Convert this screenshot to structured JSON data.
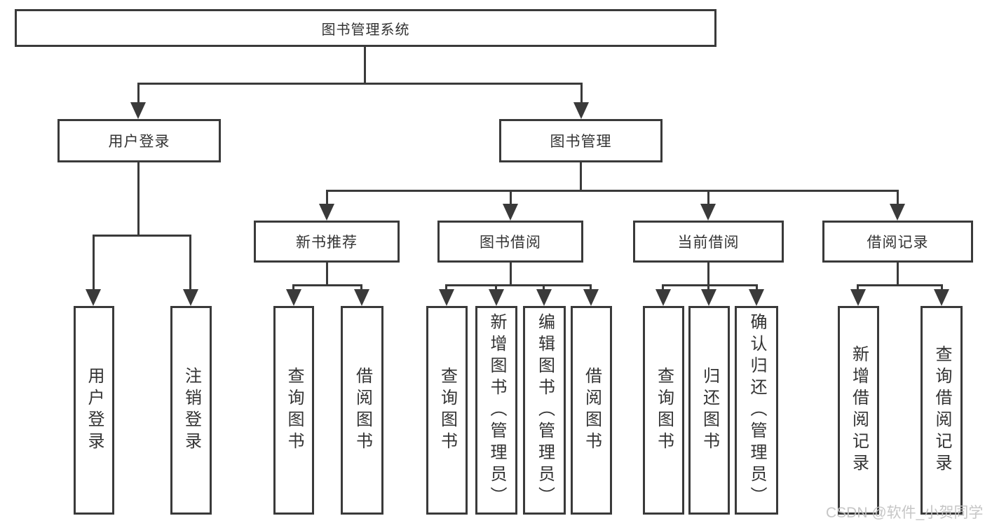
{
  "colors": {
    "line": "#3a3a3a",
    "text": "#333333",
    "watermark": "#c2c2c2",
    "background": "#ffffff"
  },
  "watermark": {
    "text": "CSDN @软件_小贺同学"
  },
  "diagram": {
    "type": "hierarchy",
    "title": "图书管理系统",
    "children": [
      {
        "label": "用户登录",
        "children": [
          {
            "label": "用户登录"
          },
          {
            "label": "注销登录"
          }
        ]
      },
      {
        "label": "图书管理",
        "children": [
          {
            "label": "新书推荐",
            "children": [
              {
                "label": "查询图书"
              },
              {
                "label": "借阅图书"
              }
            ]
          },
          {
            "label": "图书借阅",
            "children": [
              {
                "label": "查询图书"
              },
              {
                "label": "新增图书（管理员）"
              },
              {
                "label": "编辑图书（管理员）"
              },
              {
                "label": "借阅图书"
              }
            ]
          },
          {
            "label": "当前借阅",
            "children": [
              {
                "label": "查询图书"
              },
              {
                "label": "归还图书"
              },
              {
                "label": "确认归还（管理员）"
              }
            ]
          },
          {
            "label": "借阅记录",
            "children": [
              {
                "label": "新增借阅记录"
              },
              {
                "label": "查询借阅记录"
              }
            ]
          }
        ]
      }
    ]
  }
}
